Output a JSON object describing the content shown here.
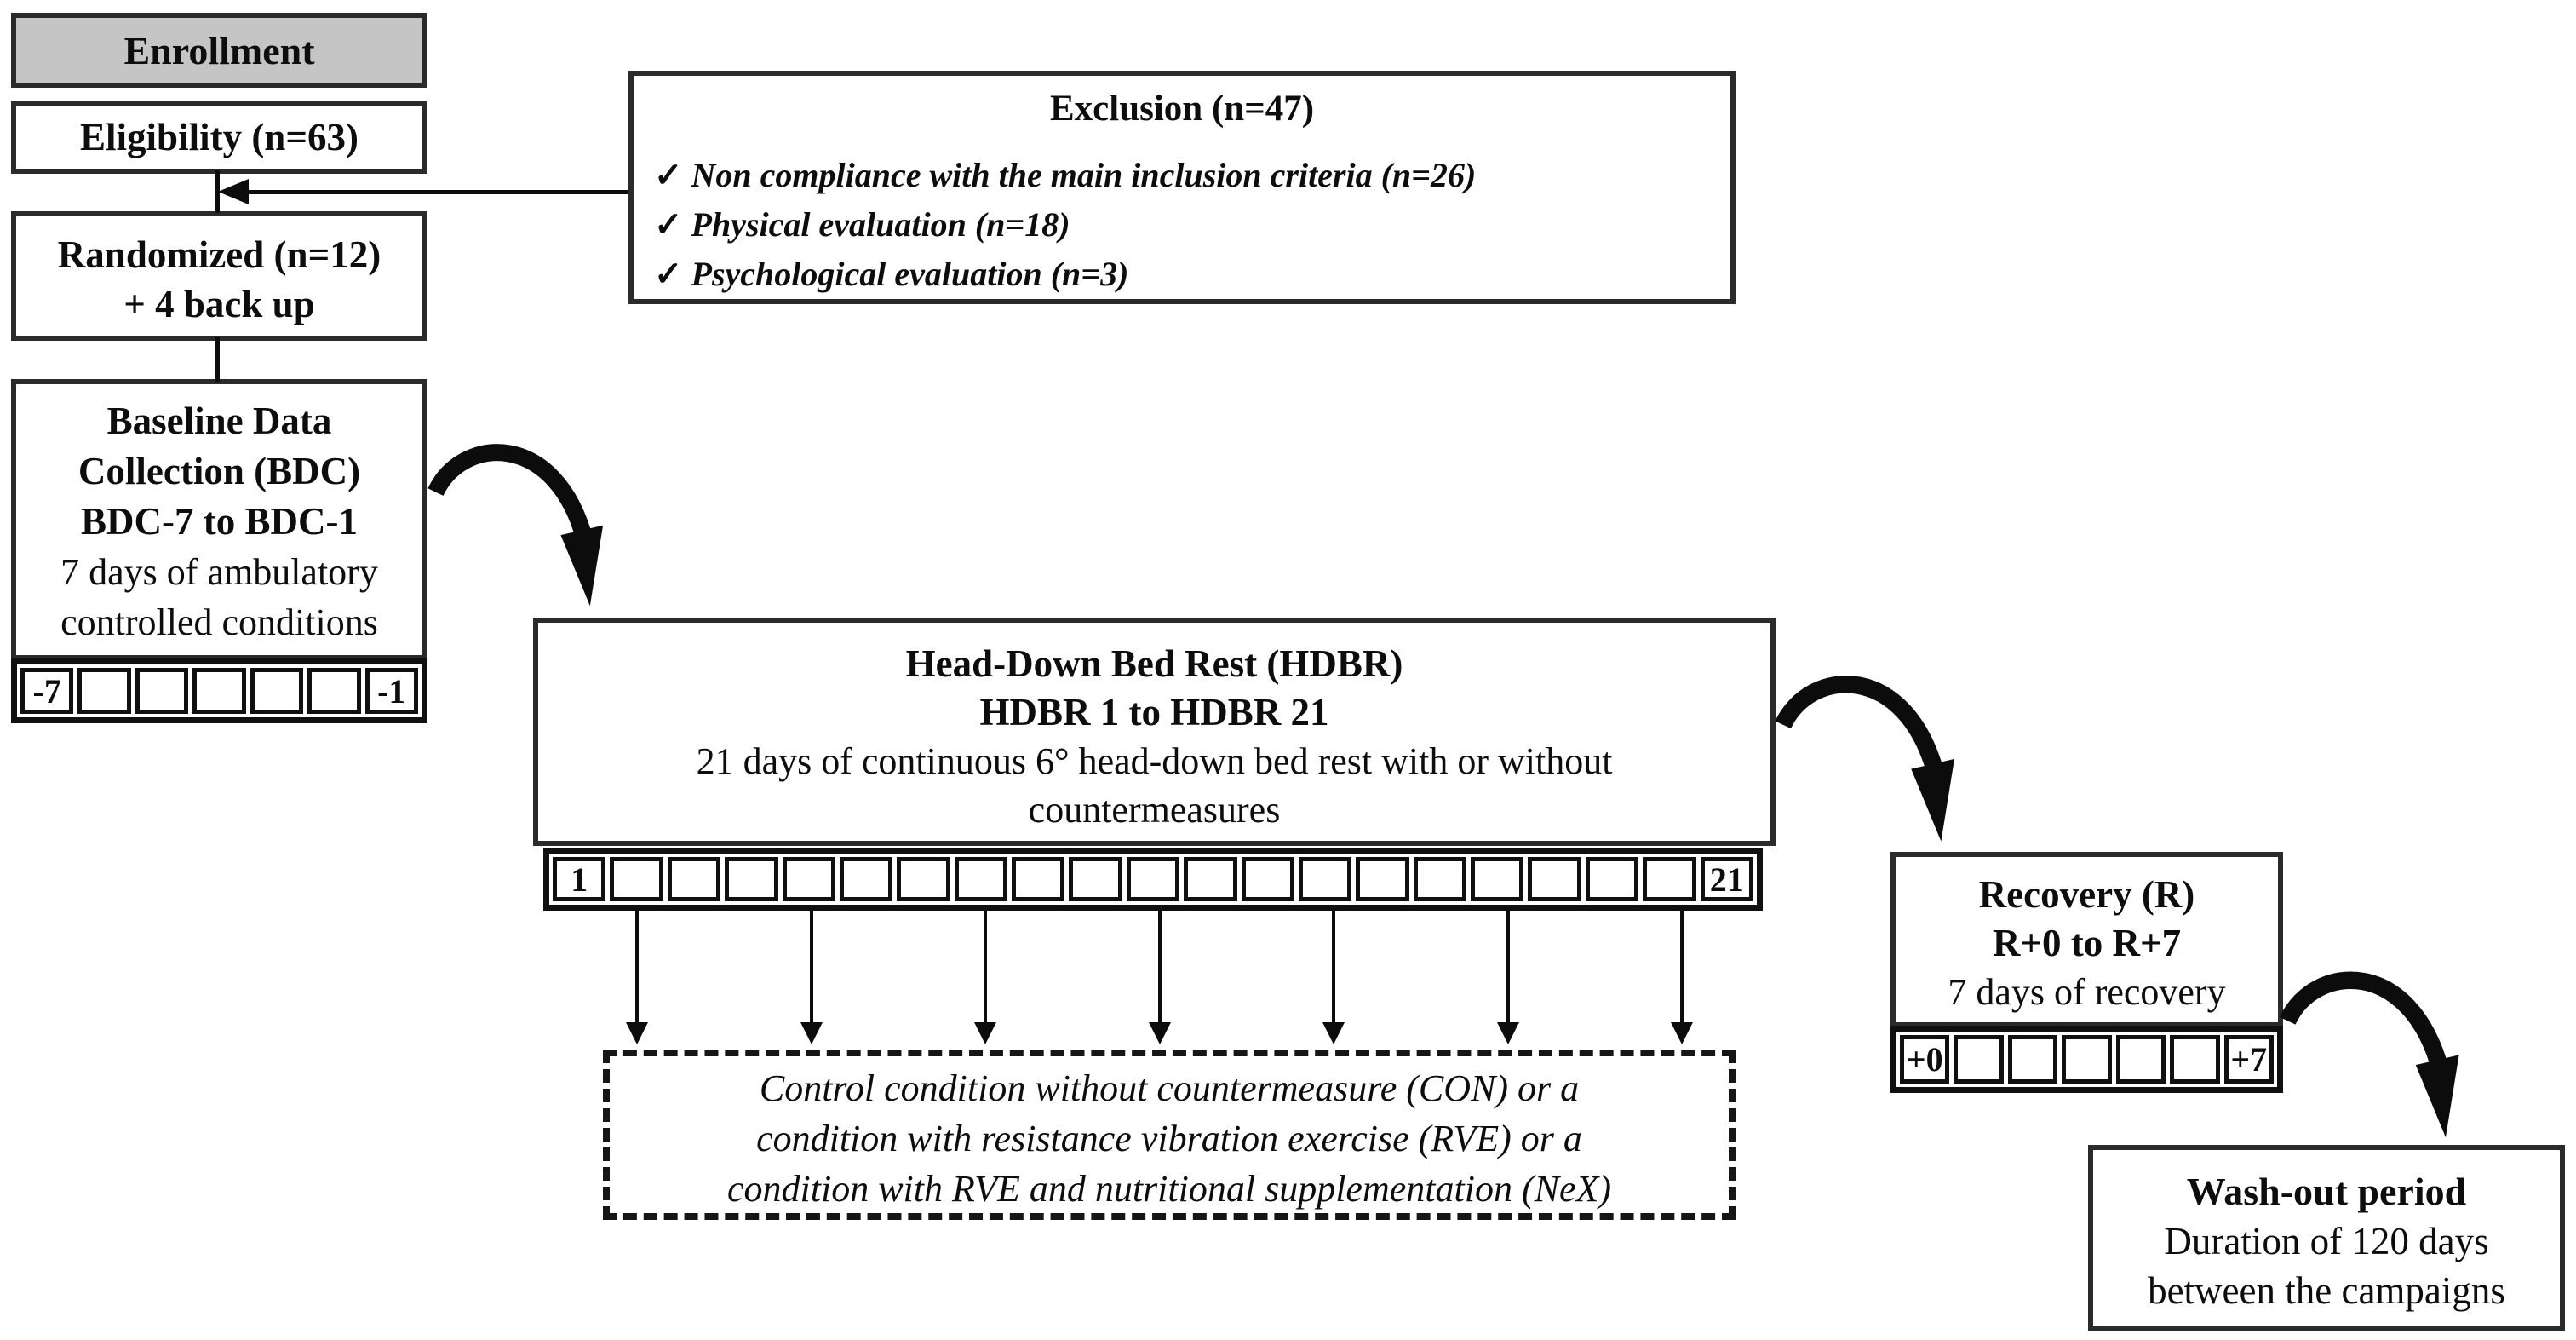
{
  "colors": {
    "background": "#ffffff",
    "box_border": "#2b2b2b",
    "enrollment_fill": "#c5c5c5",
    "line": "#0c0c0c",
    "text": "#0d0d0d"
  },
  "boxes": {
    "enrollment": {
      "label": "Enrollment"
    },
    "eligibility": {
      "label": "Eligibility (n=63)"
    },
    "randomized": {
      "lines": [
        "Randomized (n=12)",
        "+ 4 back up"
      ]
    },
    "exclusion": {
      "title": "Exclusion (n=47)",
      "check": "✓",
      "items": [
        "Non compliance with the main inclusion criteria (n=26)",
        "Physical evaluation (n=18)",
        "Psychological evaluation (n=3)"
      ]
    },
    "baseline": {
      "bold_lines": [
        "Baseline Data",
        "Collection (BDC)",
        "BDC-7 to BDC-1"
      ],
      "plain_lines": [
        "7 days of ambulatory",
        "controlled conditions"
      ]
    },
    "hdbr": {
      "bold_lines": [
        "Head-Down Bed Rest (HDBR)",
        "HDBR 1 to HDBR 21"
      ],
      "plain_lines": [
        "21 days of continuous 6° head-down bed rest with or without",
        "countermeasures"
      ]
    },
    "conditions": {
      "lines": [
        "Control condition without countermeasure (CON) or a",
        "condition with resistance vibration exercise (RVE) or a",
        "condition with RVE and nutritional supplementation (NeX)"
      ]
    },
    "recovery": {
      "bold_lines": [
        "Recovery (R)",
        "R+0 to R+7"
      ],
      "plain_lines": [
        "7 days of recovery"
      ]
    },
    "washout": {
      "bold_lines": [
        "Wash-out period"
      ],
      "plain_lines": [
        "Duration of 120 days",
        "between the campaigns"
      ]
    }
  },
  "timelines": {
    "bdc": {
      "cells": [
        "-7",
        "",
        "",
        "",
        "",
        "",
        "-1"
      ]
    },
    "hdbr": {
      "cells": [
        "1",
        "",
        "",
        "",
        "",
        "",
        "",
        "",
        "",
        "",
        "",
        "",
        "",
        "",
        "",
        "",
        "",
        "",
        "",
        "",
        "21"
      ]
    },
    "recovery": {
      "cells": [
        "+0",
        "",
        "",
        "",
        "",
        "",
        "+7"
      ]
    }
  },
  "arrows": {
    "hdbr_to_conditions_count": 7
  }
}
